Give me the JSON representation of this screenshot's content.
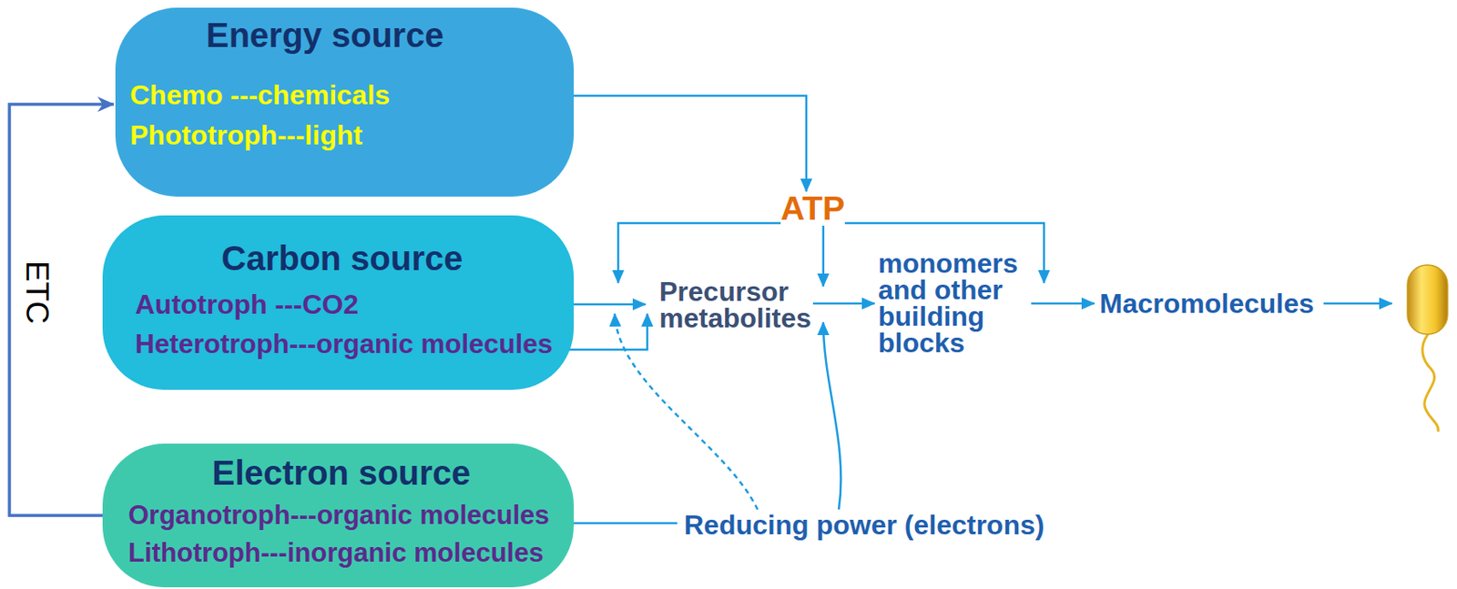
{
  "diagram": {
    "nodes": [
      {
        "text": [
          "Energy source",
          "Chemo ---chemicals",
          "Phototroph---light"
        ]
      },
      {
        "text": [
          "ATP"
        ]
      },
      {
        "text": [
          "Carbon source",
          "Autotroph ---CO2",
          "Heterotroph---organic molecules"
        ]
      },
      {
        "text": [
          "Precursor metabolites"
        ]
      },
      {
        "text": [
          "monomers and other building blocks"
        ]
      },
      {
        "text": [
          "Macromolecules"
        ]
      },
      {
        "text": [
          "Electron source",
          "Organotroph---organic molecules",
          "Lithotroph---inorganic molecules"
        ]
      },
      {
        "text": [
          "Reducing power (electrons)"
        ]
      }
    ],
    "edges": [
      {
        "from": 0,
        "to": 1,
        "arrow": "to"
      },
      {
        "from": 1,
        "to": 3,
        "arrow": "to"
      },
      {
        "from": 1,
        "to": 3,
        "arrow": "to"
      },
      {
        "from": 1,
        "to": 4,
        "arrow": "to"
      },
      {
        "from": 2,
        "to": 3,
        "arrow": "to"
      },
      {
        "from": 2,
        "to": 3,
        "arrow": "to"
      },
      {
        "from": 3,
        "to": 4,
        "arrow": "to"
      },
      {
        "from": 4,
        "to": 5,
        "arrow": "to"
      },
      {
        "from": 6,
        "to": 0,
        "label": "ETC",
        "arrow": "to"
      },
      {
        "from": 6,
        "to": 7,
        "arrow": "none"
      },
      {
        "from": 7,
        "to": 3,
        "arrow": "to"
      },
      {
        "from": 7,
        "to": 3,
        "arrow": "to"
      }
    ]
  }
}
